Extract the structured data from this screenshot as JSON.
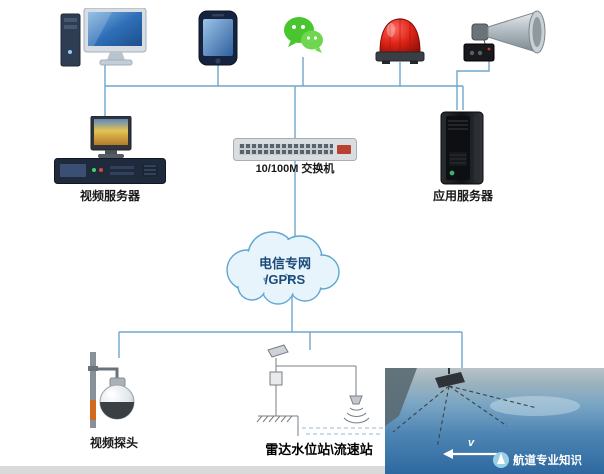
{
  "labels": {
    "video_server": "视频服务器",
    "switch": "10/100M 交换机",
    "app_server": "应用服务器",
    "cloud_line1": "电信专网",
    "cloud_line2": "/GPRS",
    "camera": "视频探头",
    "radar_station": "雷达水位站\\流速站"
  },
  "scene": {
    "velocity_label": "v",
    "watermark": "航道专业知识"
  },
  "icons": {
    "desktop_pc": "desktop-pc-icon",
    "smartphone": "smartphone-icon",
    "wechat": "wechat-icon",
    "alarm_light": "alarm-light-icon",
    "loudspeaker": "loudspeaker-icon",
    "monitor": "monitor-icon",
    "rack_server": "rack-server-icon",
    "network_switch": "network-switch-icon",
    "tower_server": "tower-server-icon",
    "ptz_camera": "ptz-camera-icon",
    "radar_station_drawing": "radar-station-drawing",
    "water_scene": "water-scene-image",
    "watermark_logo": "watermark-logo-icon"
  },
  "colors": {
    "wire": "#6fa6cc",
    "cloud_fill": "#e8f4fb",
    "cloud_stroke": "#5ea6d2",
    "cloud_text": "#1c4b7a",
    "wechat_green": "#49c62f",
    "alarm_red": "#c41b12",
    "watermark_text": "#ffffff"
  }
}
